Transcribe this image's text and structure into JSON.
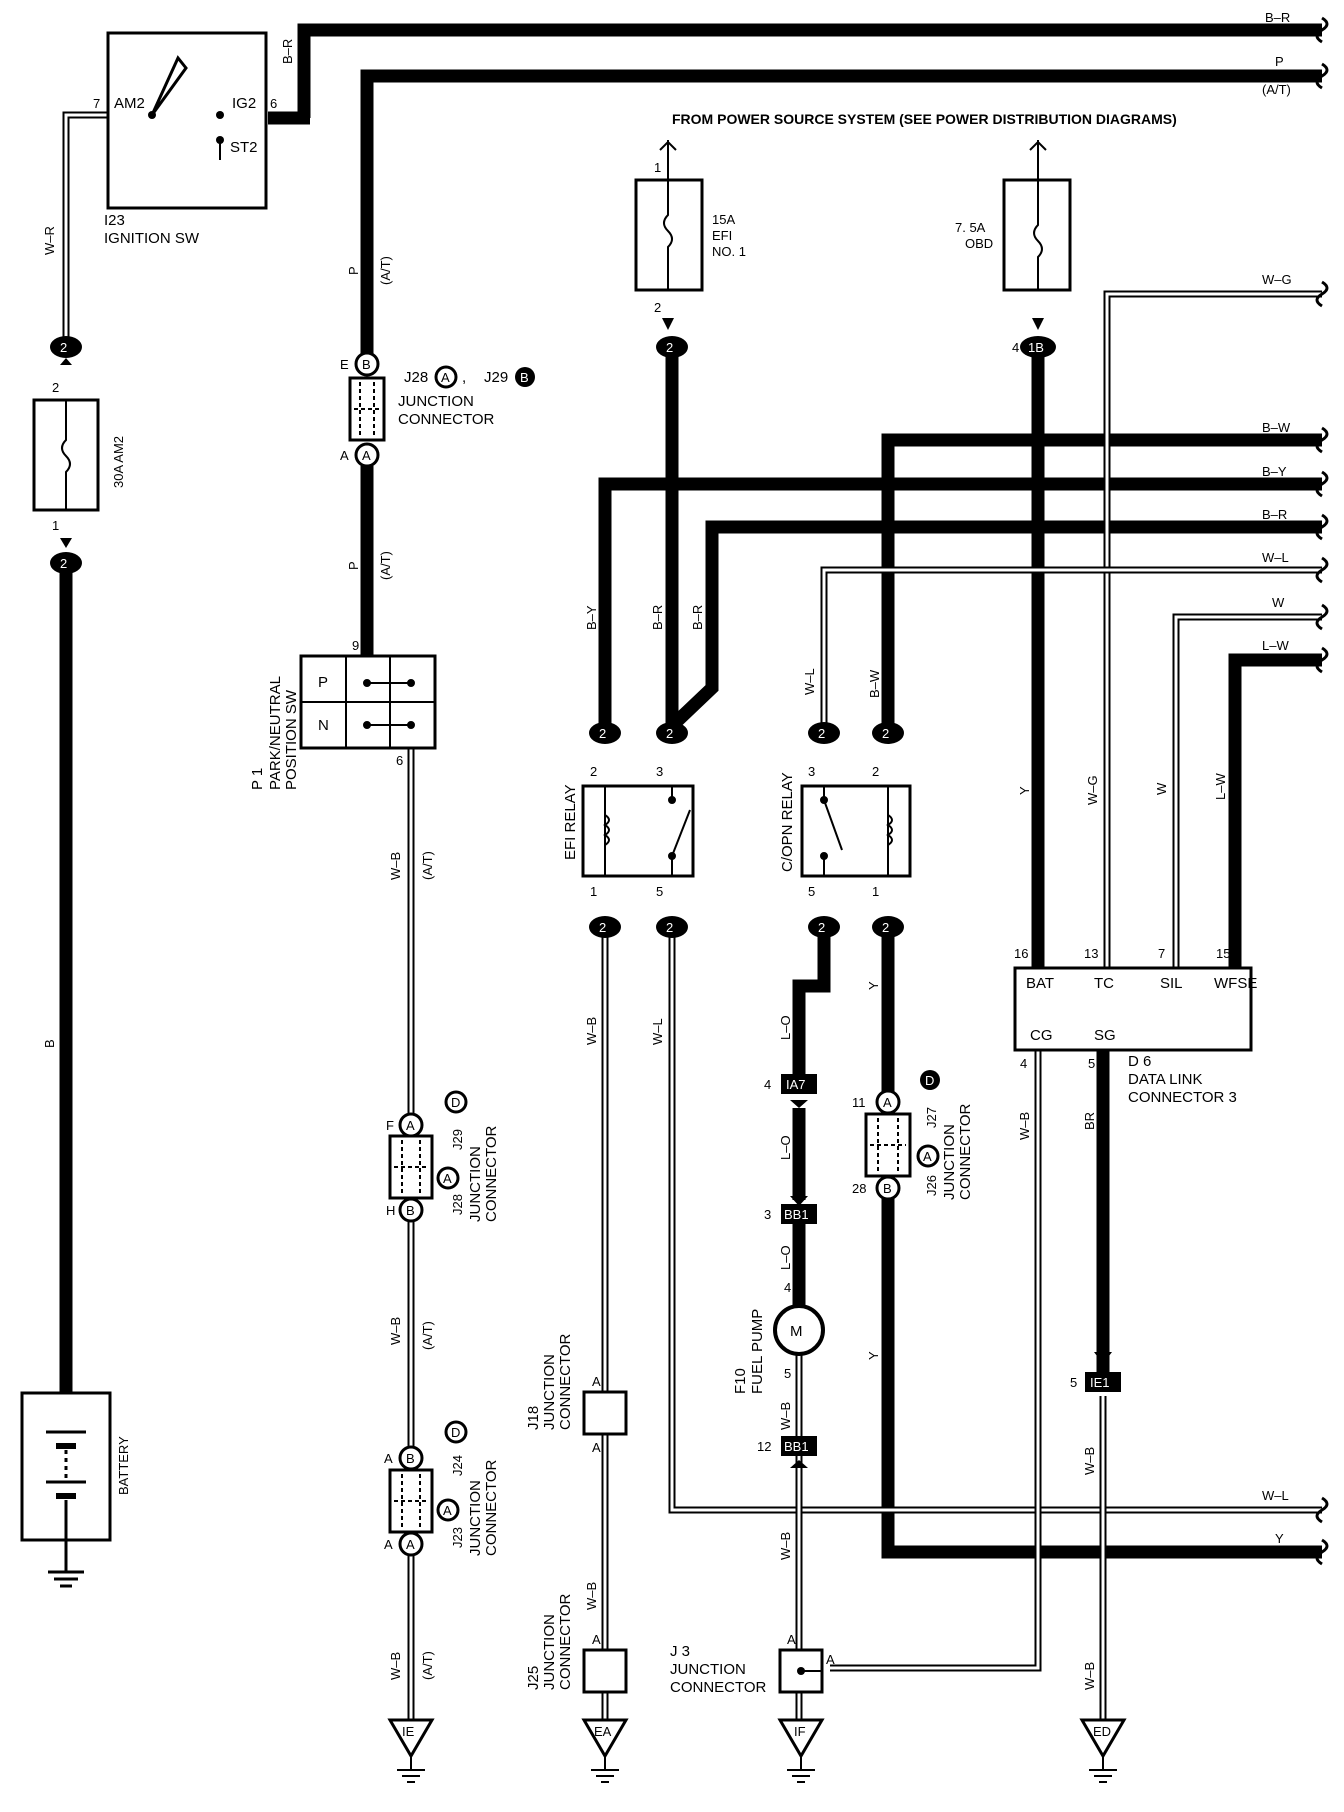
{
  "header": {
    "source": "FROM POWER SOURCE SYSTEM  (SEE POWER DISTRIBUTION DIAGRAMS)"
  },
  "ignition": {
    "id": "I23",
    "name": "IGNITION SW",
    "am2": "AM2",
    "ig2": "IG2",
    "st2": "ST2",
    "pin7": "7",
    "pin6": "6"
  },
  "fuses": {
    "am2": {
      "rating": "30A AM2",
      "pin_top": "2",
      "pin_bot": "1"
    },
    "efi": {
      "rating": "15A",
      "name1": "EFI",
      "name2": "NO. 1",
      "pin_top": "1",
      "pin_bot": "2"
    },
    "obd": {
      "rating": "7. 5A",
      "name": "OBD",
      "pin": "4"
    }
  },
  "battery": {
    "label": "BATTERY"
  },
  "park_sw": {
    "id": "P 1",
    "name1": "PARK/NEUTRAL",
    "name2": "POSITION SW",
    "p": "P",
    "n": "N",
    "pin9": "9",
    "pin6": "6"
  },
  "junction": {
    "label1": "JUNCTION",
    "label2": "CONNECTOR",
    "j28a": "J28",
    "j29b": "J29",
    "j29d": "J29",
    "j28a2": "J28",
    "j24d": "J24",
    "j23a": "J23",
    "j18": "J18",
    "j25": "J25",
    "j27d": "J27",
    "j26a": "J26",
    "j3": "J 3",
    "comma": ","
  },
  "pins": {
    "E": "E",
    "A": "A",
    "B": "B",
    "F": "F",
    "H": "H",
    "D": "D",
    "n2": "2",
    "n1": "1",
    "n3": "3",
    "n5": "5",
    "n4": "4",
    "n11": "11",
    "n28": "28",
    "n12": "12",
    "n16": "16",
    "n13": "13",
    "n7": "7",
    "n15": "15",
    "n1B": "1B"
  },
  "relays": {
    "efi": "EFI RELAY",
    "copn": "C/OPN RELAY"
  },
  "fuel_pump": {
    "id": "F10",
    "name": "FUEL PUMP",
    "motor": "M"
  },
  "connectors": {
    "ia7": "IA7",
    "bb1": "BB1",
    "ie1": "IE1"
  },
  "dlc": {
    "id": "D 6",
    "name1": "DATA LINK",
    "name2": "CONNECTOR 3",
    "bat": "BAT",
    "tc": "TC",
    "sil": "SIL",
    "wfse": "WFSE",
    "cg": "CG",
    "sg": "SG"
  },
  "grounds": {
    "ie": "IE",
    "ea": "EA",
    "if": "IF",
    "ed": "ED"
  },
  "wires": {
    "br": "B–R",
    "p": "P",
    "at": "(A/T)",
    "wg": "W–G",
    "bw": "B–W",
    "by": "B–Y",
    "br2": "B–R",
    "wl": "W–L",
    "w": "W",
    "lw": "L–W",
    "wl2": "W–L",
    "y": "Y",
    "v_wr": "W–R",
    "v_b": "B",
    "v_p": "P",
    "v_at": "(A/T)",
    "v_br": "B–R",
    "v_by": "B–Y",
    "v_wl": "W–L",
    "v_bw": "B–W",
    "v_wb": "W–B",
    "v_y": "Y",
    "v_wg": "W–G",
    "v_w": "W",
    "v_lw": "L–W",
    "v_lo": "L–O",
    "v_brn": "BR"
  }
}
